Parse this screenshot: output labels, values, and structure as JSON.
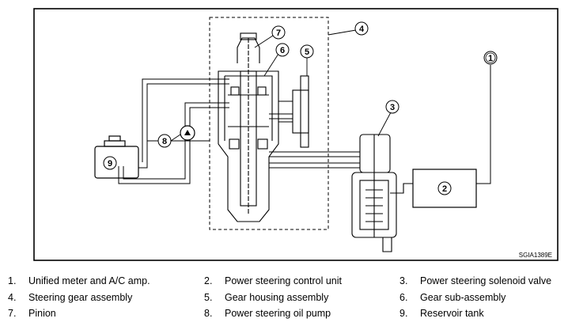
{
  "figure_code": "SGIA1389E",
  "callouts": [
    "1",
    "2",
    "3",
    "4",
    "5",
    "6",
    "7",
    "8",
    "9"
  ],
  "legend": [
    {
      "num": "1.",
      "text": "Unified meter and A/C amp."
    },
    {
      "num": "2.",
      "text": "Power steering control unit"
    },
    {
      "num": "3.",
      "text": "Power steering solenoid valve"
    },
    {
      "num": "4.",
      "text": "Steering gear assembly"
    },
    {
      "num": "5.",
      "text": "Gear housing assembly"
    },
    {
      "num": "6.",
      "text": "Gear sub-assembly"
    },
    {
      "num": "7.",
      "text": "Pinion"
    },
    {
      "num": "8.",
      "text": "Power steering oil pump"
    },
    {
      "num": "9.",
      "text": "Reservoir tank"
    }
  ]
}
